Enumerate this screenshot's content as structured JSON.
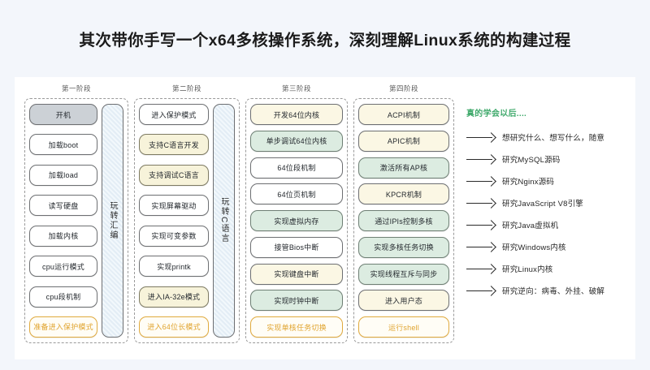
{
  "title": "其次带你手写一个x64多核操作系统，深刻理解Linux系统的构建过程",
  "colors": {
    "page_background": "#f3f6fb",
    "card_background": "#ffffff",
    "accent_orange": "#e0a42f",
    "accent_green": "#3fa96b",
    "node_gray": "#ccd1d6",
    "node_yellow": "#f7f3da",
    "node_green": "#dcece1",
    "rail_blue": "#e3edf5"
  },
  "stages": [
    {
      "title": "第一阶段",
      "rail_label": "玩转汇编",
      "nodes": [
        {
          "label": "开机",
          "style": "gray"
        },
        {
          "label": "加载boot",
          "style": "white"
        },
        {
          "label": "加载load",
          "style": "white"
        },
        {
          "label": "读写硬盘",
          "style": "white"
        },
        {
          "label": "加载内核",
          "style": "white"
        },
        {
          "label": "cpu运行模式",
          "style": "white"
        },
        {
          "label": "cpu段机制",
          "style": "white"
        },
        {
          "label": "准备进入保护模式",
          "style": "accent"
        }
      ]
    },
    {
      "title": "第二阶段",
      "rail_label": "玩转C语言",
      "nodes": [
        {
          "label": "进入保护模式",
          "style": "white"
        },
        {
          "label": "支持C语言开发",
          "style": "yellow"
        },
        {
          "label": "支持调试C语言",
          "style": "yellow"
        },
        {
          "label": "实现屏幕驱动",
          "style": "white"
        },
        {
          "label": "实现可变参数",
          "style": "white"
        },
        {
          "label": "实现printk",
          "style": "white"
        },
        {
          "label": "进入IA-32e模式",
          "style": "yellow"
        },
        {
          "label": "进入64位长模式",
          "style": "accent"
        }
      ]
    },
    {
      "title": "第三阶段",
      "rail_label": "",
      "nodes": [
        {
          "label": "开发64位内核",
          "style": "cream"
        },
        {
          "label": "单步调试64位内核",
          "style": "green"
        },
        {
          "label": "64位段机制",
          "style": "white"
        },
        {
          "label": "64位页机制",
          "style": "white"
        },
        {
          "label": "实现虚拟内存",
          "style": "green"
        },
        {
          "label": "接管Bios中断",
          "style": "white"
        },
        {
          "label": "实现键盘中断",
          "style": "cream"
        },
        {
          "label": "实现时钟中断",
          "style": "green"
        },
        {
          "label": "实现单核任务切换",
          "style": "accent"
        }
      ]
    },
    {
      "title": "第四阶段",
      "rail_label": "",
      "nodes": [
        {
          "label": "ACPI机制",
          "style": "cream"
        },
        {
          "label": "APIC机制",
          "style": "cream"
        },
        {
          "label": "激活所有AP核",
          "style": "green"
        },
        {
          "label": "KPCR机制",
          "style": "cream"
        },
        {
          "label": "通过IPIs控制多核",
          "style": "green"
        },
        {
          "label": "实现多核任务切换",
          "style": "green"
        },
        {
          "label": "实现线程互斥与同步",
          "style": "green"
        },
        {
          "label": "进入用户态",
          "style": "cream"
        },
        {
          "label": "运行shell",
          "style": "accent"
        }
      ]
    }
  ],
  "outcomes": {
    "heading": "真的学会以后....",
    "items": [
      "想研究什么、想写什么，随意",
      "研究MySQL源码",
      "研究Nginx源码",
      "研究JavaScript V8引擎",
      "研究Java虚拟机",
      "研究Windows内核",
      "研究Linux内核",
      "研究逆向：病毒、外挂、破解"
    ]
  }
}
